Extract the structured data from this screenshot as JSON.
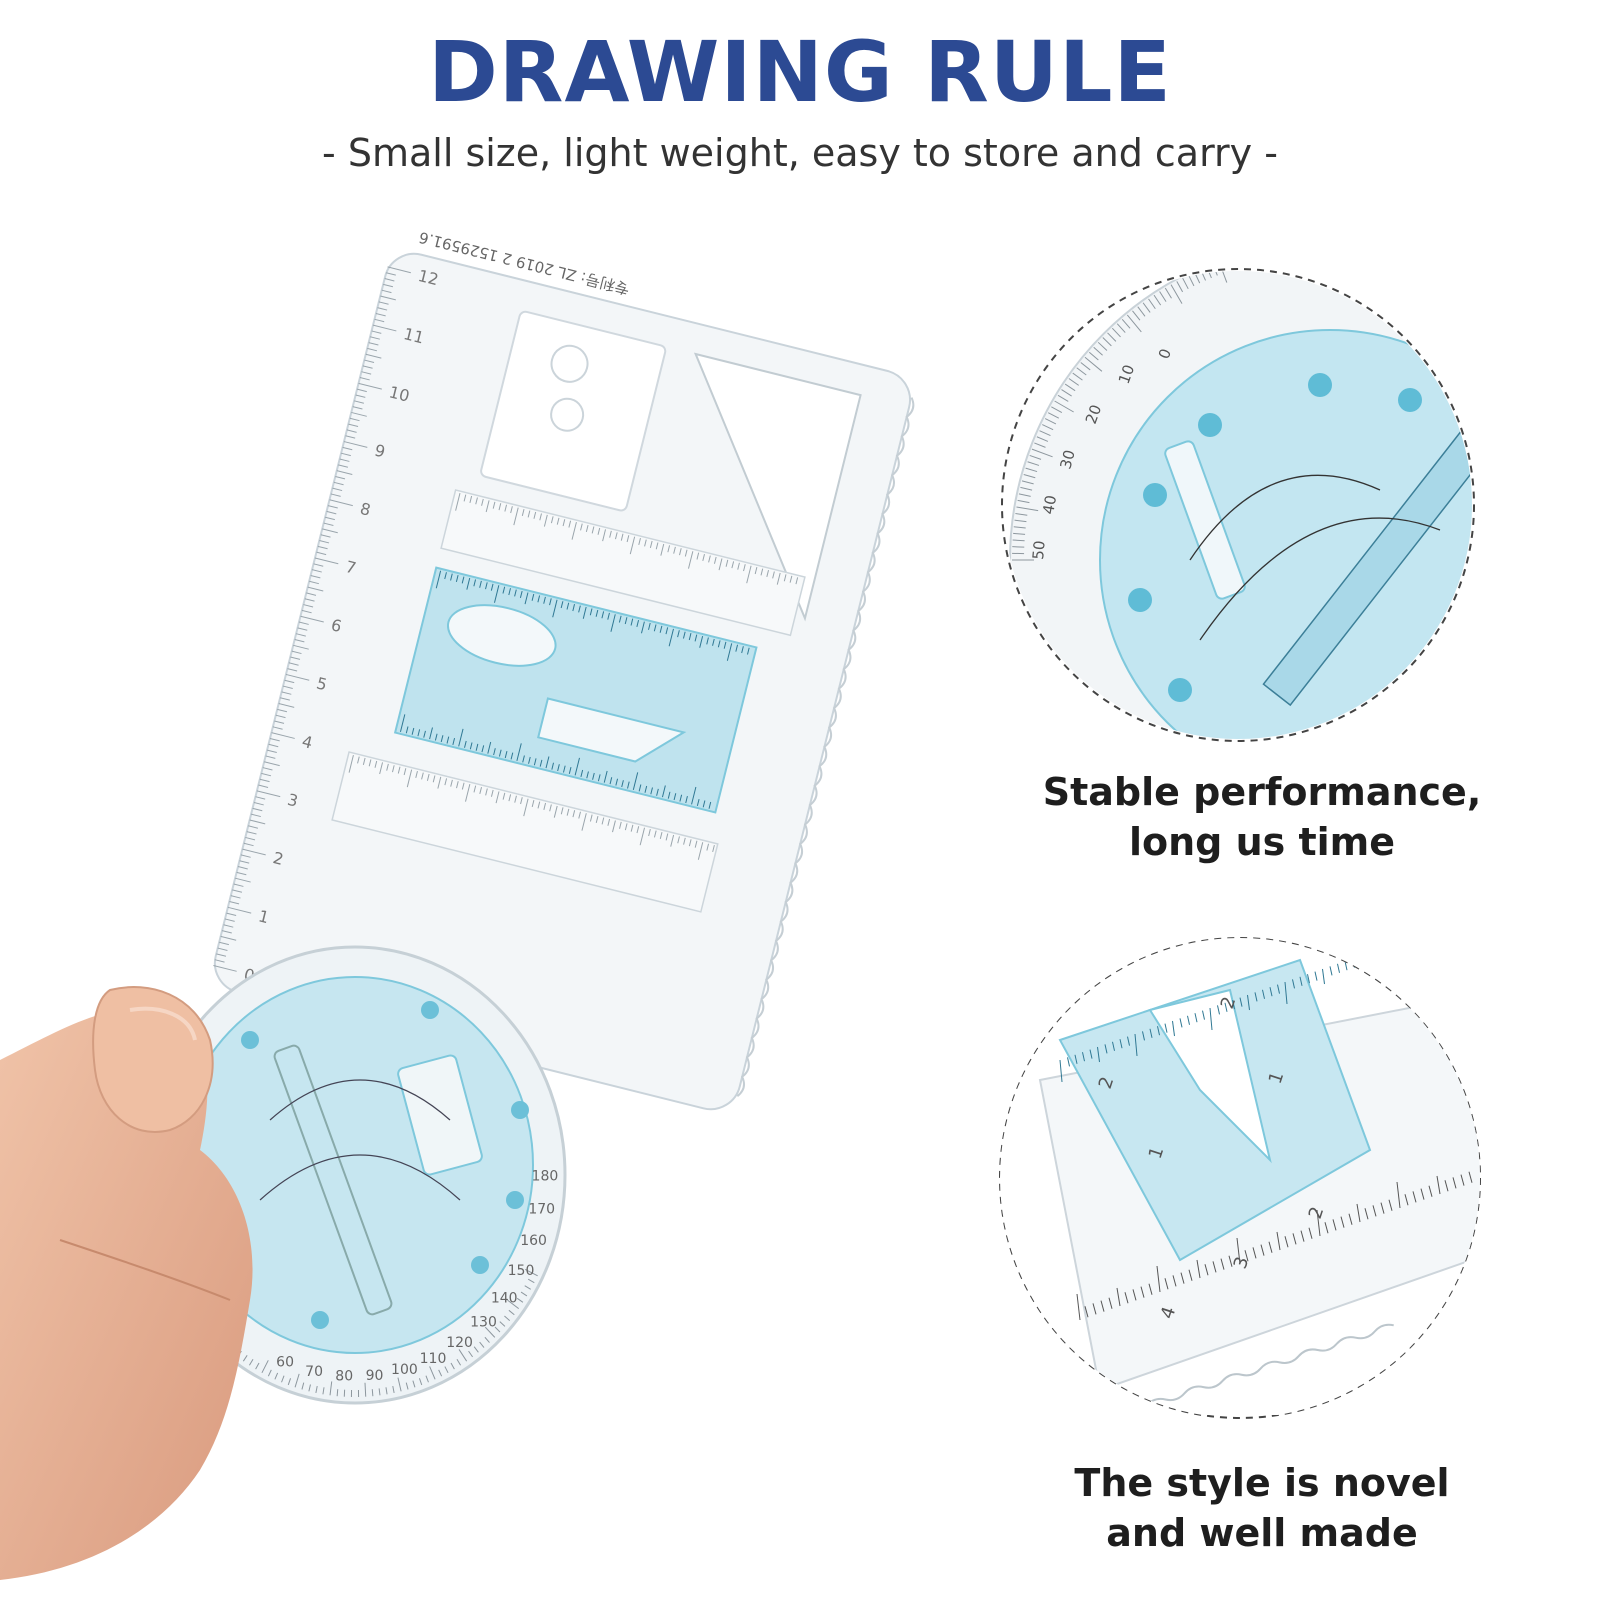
{
  "header": {
    "title": "DRAWING RULE",
    "subtitle": "- Small size, light weight, easy to store and carry -"
  },
  "features": [
    {
      "caption_line1": "Stable performance,",
      "caption_line2": "long us time"
    },
    {
      "caption_line1": "The style is novel",
      "caption_line2": "and well made"
    }
  ],
  "ruler": {
    "patent_text": "专利号: ZL 2019 2 1529591.6",
    "long_scale": [
      "0",
      "1",
      "2",
      "3",
      "4",
      "5",
      "6",
      "7",
      "8",
      "9",
      "10",
      "11",
      "12"
    ],
    "protractor_scale": [
      "60",
      "70",
      "80",
      "90",
      "100",
      "110",
      "120",
      "130",
      "140",
      "150",
      "160",
      "170",
      "180"
    ]
  },
  "colors": {
    "title": "#2c4a93",
    "subtitle": "#333333",
    "caption": "#1e1e1e",
    "ruler_blue": "#7ec8dc",
    "ruler_clear": "#e8eef2",
    "skin": "#e8b49a"
  }
}
